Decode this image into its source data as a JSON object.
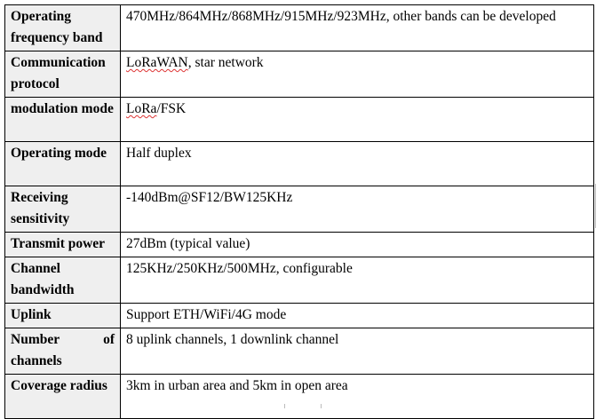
{
  "rows": [
    {
      "label": "Operating frequency band",
      "value": "470MHz/864MHz/868MHz/915MHz/923MHz, other bands can be developed"
    },
    {
      "label": "Communication protocol",
      "value_parts": [
        "LoRaWAN",
        ", star network"
      ]
    },
    {
      "label": "modulation mode",
      "value_parts": [
        "LoRa",
        "/FSK"
      ]
    },
    {
      "label": "Operating mode",
      "value": "Half duplex"
    },
    {
      "label": "Receiving sensitivity",
      "value": "-140dBm@SF12/BW125KHz"
    },
    {
      "label": "Transmit power",
      "value": "27dBm (typical value)"
    },
    {
      "label": "Channel bandwidth",
      "value": "125KHz/250KHz/500MHz, configurable"
    },
    {
      "label": "Uplink",
      "value": "Support ETH/WiFi/4G mode"
    },
    {
      "label_parts": [
        "Number",
        "of",
        "channels"
      ],
      "value": "8 uplink channels, 1 downlink channel"
    },
    {
      "label": "Coverage radius",
      "value": "3km in urban area and 5km in open area"
    }
  ]
}
